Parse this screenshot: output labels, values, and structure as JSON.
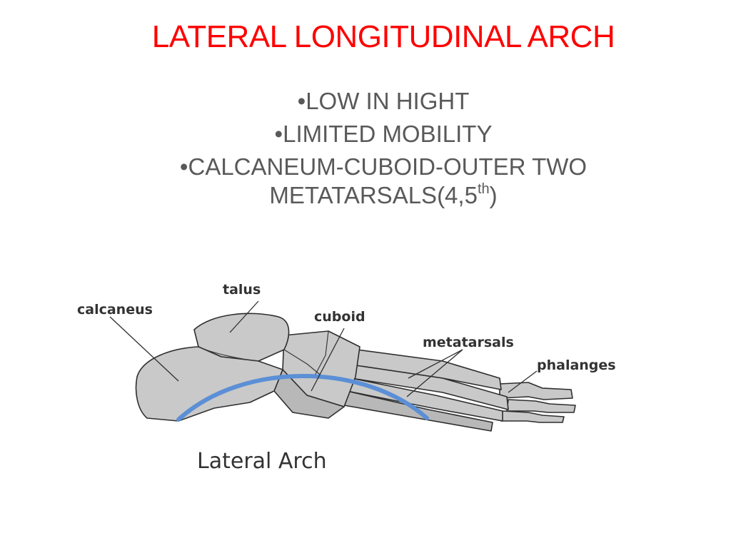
{
  "slide": {
    "title": "LATERAL LONGITUDINAL ARCH",
    "title_color": "#ff0000",
    "text_color": "#595959",
    "bullet_marker": "•",
    "bullets": [
      {
        "text": "LOW IN HIGHT"
      },
      {
        "text": "LIMITED MOBILITY"
      },
      {
        "text": "CALCANEUM-CUBOID-OUTER TWO"
      }
    ],
    "bullet_continuation": {
      "text_before": "METATARSALS(4,5",
      "superscript": "th",
      "text_after": ")"
    }
  },
  "diagram": {
    "labels": {
      "talus": "talus",
      "calcaneus": "calcaneus",
      "cuboid": "cuboid",
      "metatarsals": "metatarsals",
      "phalanges": "phalanges"
    },
    "caption": "Lateral Arch",
    "arch_color": "#5b8fd6",
    "bone_color": "#c9c9c9",
    "outline_color": "#2e2e2e"
  }
}
